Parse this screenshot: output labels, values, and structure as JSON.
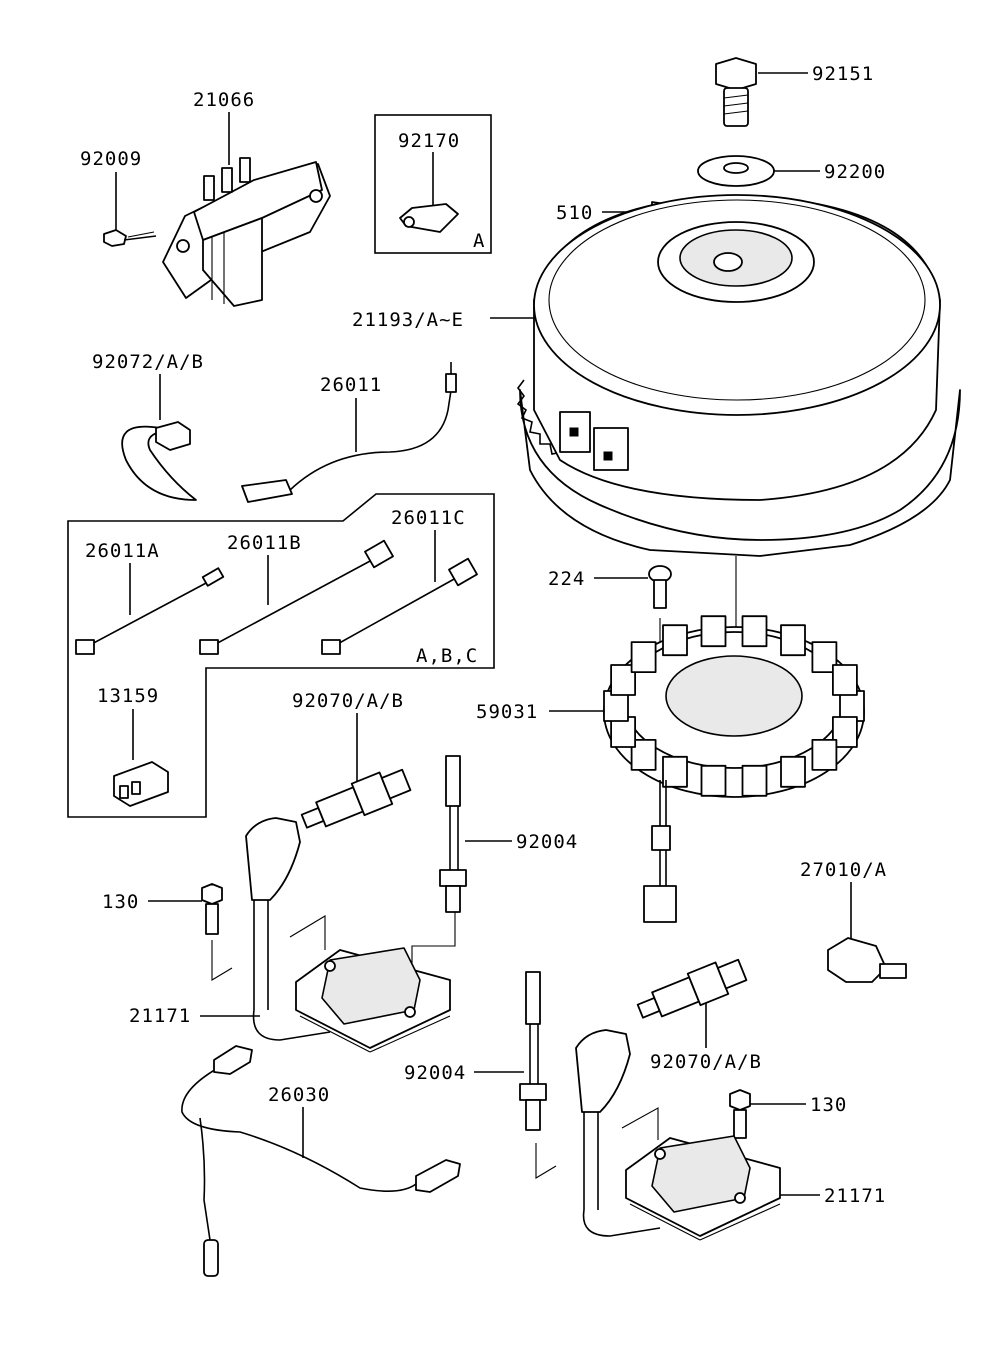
{
  "labels": {
    "l21066": "21066",
    "l92009": "92009",
    "l92170": "92170",
    "boxA": "A",
    "l92151": "92151",
    "l92200": "92200",
    "l510": "510",
    "l21193": "21193/A~E",
    "l92072": "92072/A/B",
    "l26011": "26011",
    "l26011A": "26011A",
    "l26011B": "26011B",
    "l26011C": "26011C",
    "boxABC": "A,B,C",
    "l13159": "13159",
    "l224": "224",
    "l59031": "59031",
    "l92070a": "92070/A/B",
    "l92004a": "92004",
    "l130a": "130",
    "l27010": "27010/A",
    "l21171a": "21171",
    "l92004b": "92004",
    "l92070b": "92070/A/B",
    "l130b": "130",
    "l26030": "26030",
    "l21171b": "21171"
  }
}
